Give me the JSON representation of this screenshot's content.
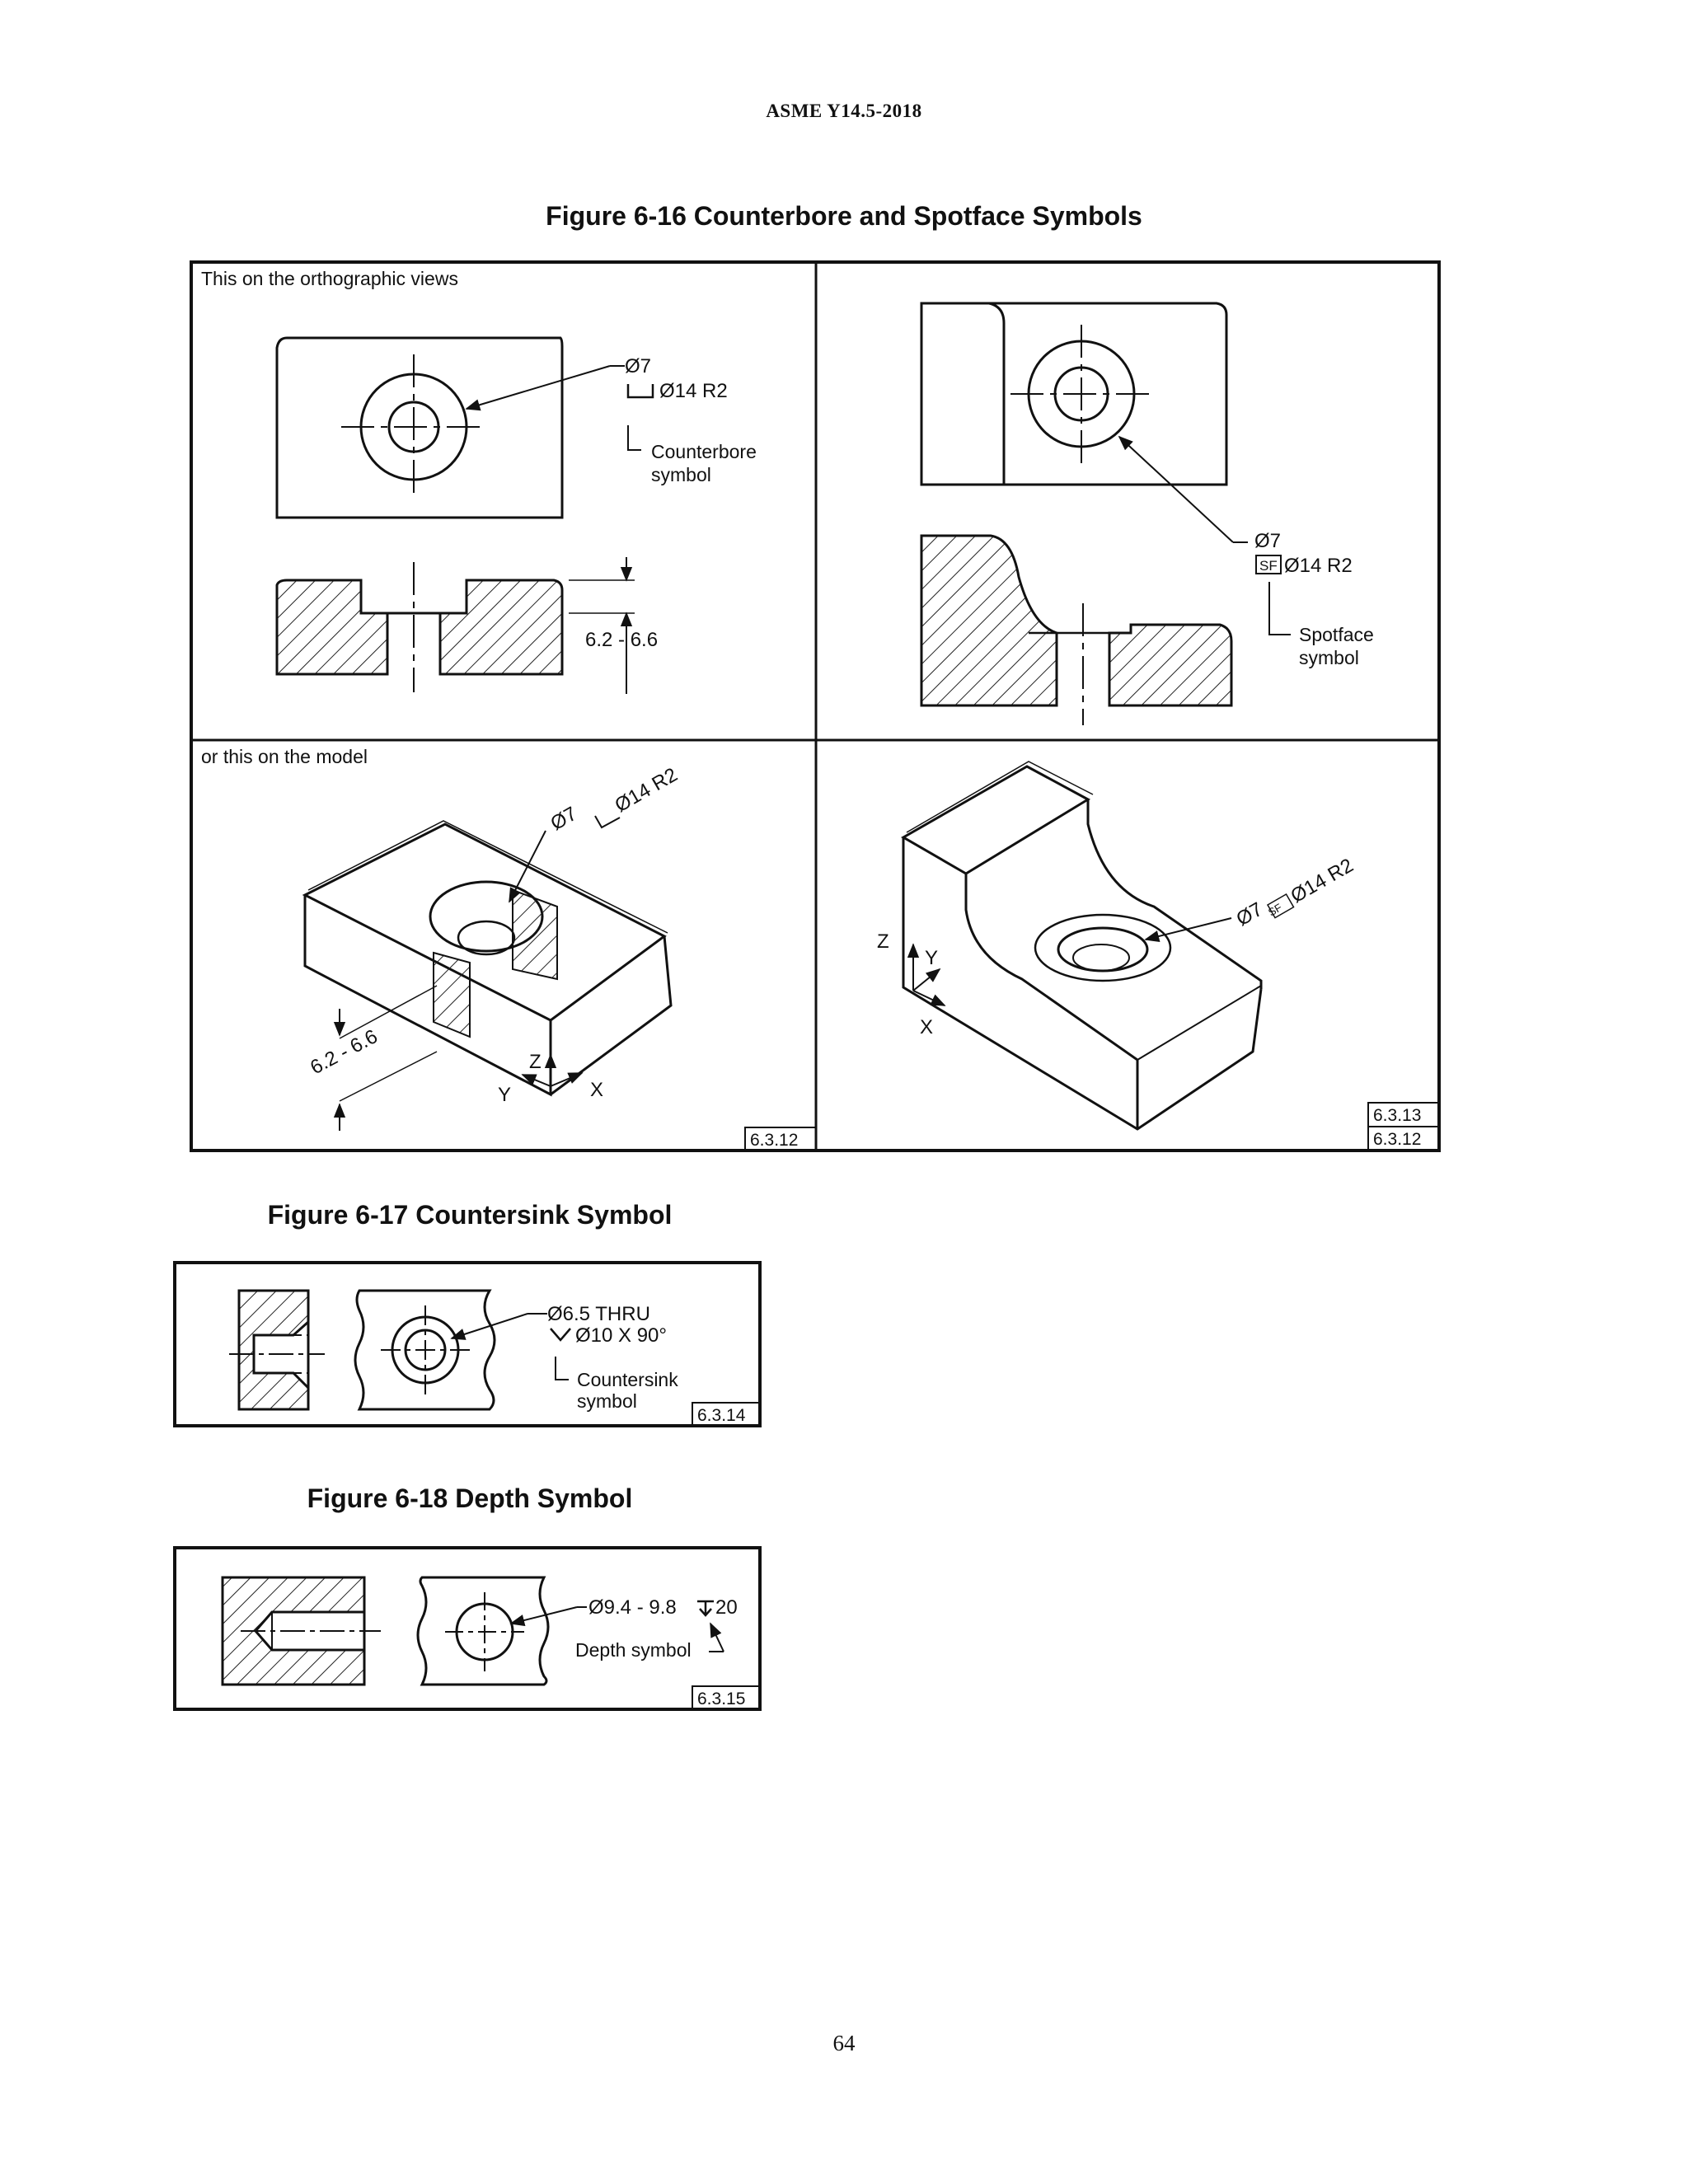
{
  "header": {
    "running_head": "ASME Y14.5-2018"
  },
  "fig16": {
    "title": "Figure 6-16 Counterbore and Spotface Symbols",
    "top_left": {
      "caption": "This on the orthographic views",
      "dia": "Ø7",
      "callout": "Ø14 R2",
      "symbol_label_1": "Counterbore",
      "symbol_label_2": "symbol",
      "depth": "6.2 - 6.6"
    },
    "top_right": {
      "dia": "Ø7",
      "sf_box": "SF",
      "callout": "Ø14 R2",
      "symbol_label_1": "Spotface",
      "symbol_label_2": "symbol"
    },
    "bottom_left": {
      "caption": "or this on the model",
      "dia": "Ø7",
      "callout": "Ø14 R2",
      "depth": "6.2 - 6.6",
      "axis_z": "Z",
      "axis_y": "Y",
      "axis_x": "X",
      "ref": "6.3.12"
    },
    "bottom_right": {
      "dia": "Ø7",
      "sf_box": "SF",
      "callout": "Ø14 R2",
      "axis_z": "Z",
      "axis_y": "Y",
      "axis_x": "X",
      "ref_1": "6.3.13",
      "ref_2": "6.3.12"
    }
  },
  "fig17": {
    "title": "Figure 6-17 Countersink Symbol",
    "line1": "Ø6.5  THRU",
    "line2": "Ø10  X  90°",
    "symbol_label_1": "Countersink",
    "symbol_label_2": "symbol",
    "ref": "6.3.14"
  },
  "fig18": {
    "title": "Figure 6-18 Depth Symbol",
    "callout": "Ø9.4 - 9.8",
    "depth_value": "20",
    "symbol_label": "Depth symbol",
    "ref": "6.3.15"
  },
  "footer": {
    "page_number": "64"
  }
}
